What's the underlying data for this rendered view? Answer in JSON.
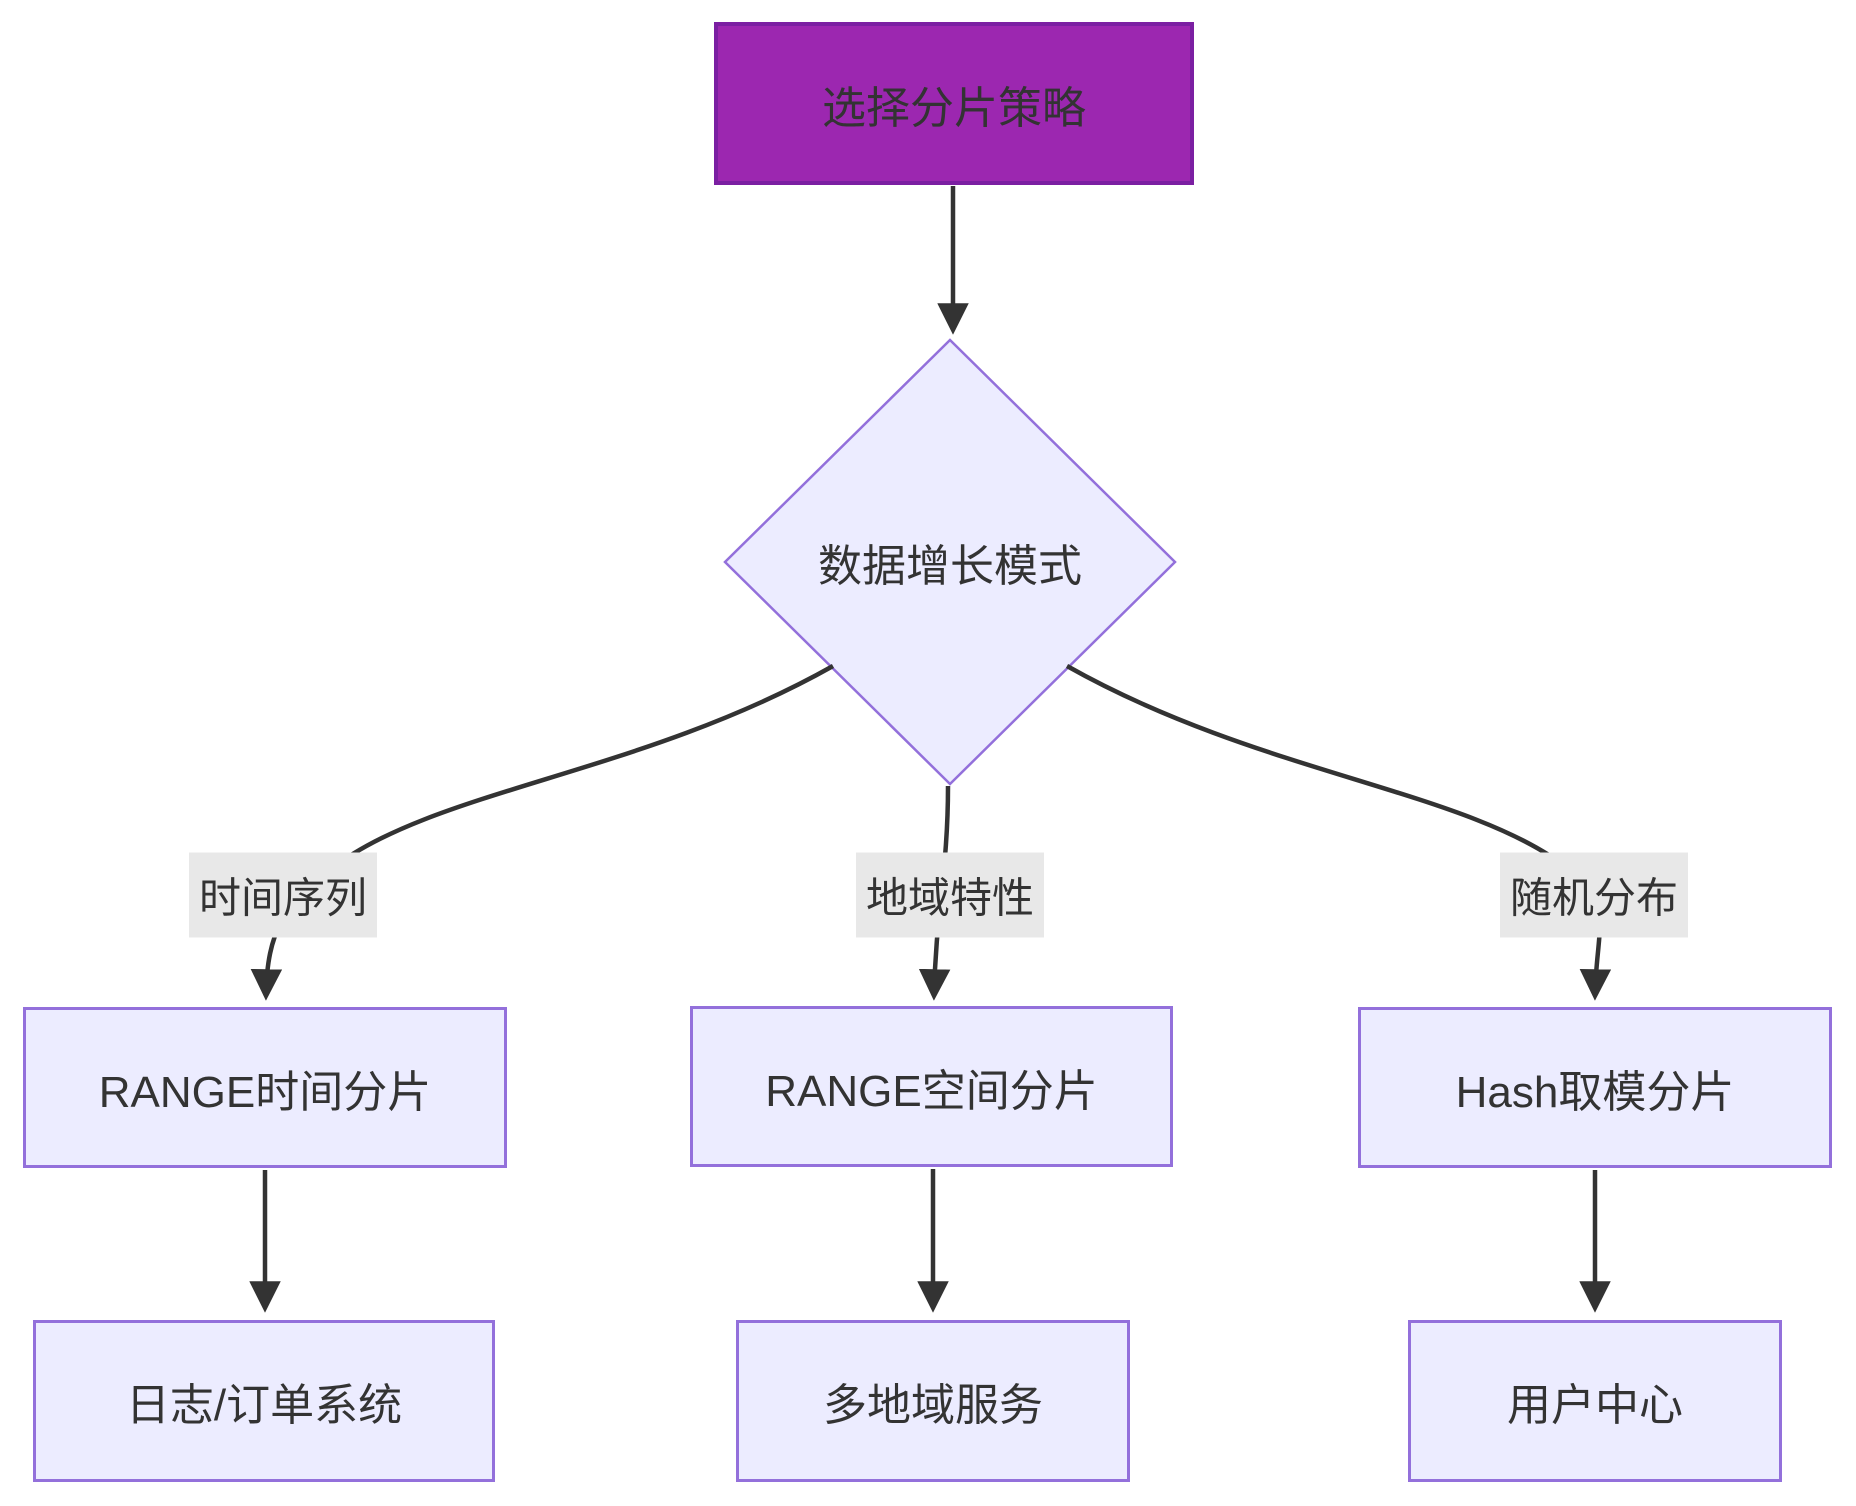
{
  "diagram": {
    "type": "flowchart",
    "direction": "top-down",
    "nodes": {
      "start": {
        "label": "选择分片策略",
        "shape": "rect",
        "role": "start"
      },
      "decision": {
        "label": "数据增长模式",
        "shape": "diamond",
        "role": "decision"
      },
      "range_time": {
        "label": "RANGE时间分片",
        "shape": "rect",
        "role": "strategy"
      },
      "range_space": {
        "label": "RANGE空间分片",
        "shape": "rect",
        "role": "strategy"
      },
      "hash_mod": {
        "label": "Hash取模分片",
        "shape": "rect",
        "role": "strategy"
      },
      "log_order": {
        "label": "日志/订单系统",
        "shape": "rect",
        "role": "use-case"
      },
      "multi_region": {
        "label": "多地域服务",
        "shape": "rect",
        "role": "use-case"
      },
      "user_center": {
        "label": "用户中心",
        "shape": "rect",
        "role": "use-case"
      }
    },
    "edge_labels": {
      "time_series": "时间序列",
      "regional": "地域特性",
      "random": "随机分布"
    },
    "edges": [
      {
        "from": "start",
        "to": "decision",
        "label": ""
      },
      {
        "from": "decision",
        "to": "range_time",
        "label": "时间序列"
      },
      {
        "from": "decision",
        "to": "range_space",
        "label": "地域特性"
      },
      {
        "from": "decision",
        "to": "hash_mod",
        "label": "随机分布"
      },
      {
        "from": "range_time",
        "to": "log_order",
        "label": ""
      },
      {
        "from": "range_space",
        "to": "multi_region",
        "label": ""
      },
      {
        "from": "hash_mod",
        "to": "user_center",
        "label": ""
      }
    ],
    "colors": {
      "page_bg": "#ffffff",
      "start_fill": "#9C27B0",
      "start_border": "#7B1FA2",
      "node_fill": "#ECECFF",
      "node_border": "#9370DB",
      "edge": "#333333",
      "edge_label_bg": "#e8e8e8",
      "text": "#333333"
    }
  }
}
